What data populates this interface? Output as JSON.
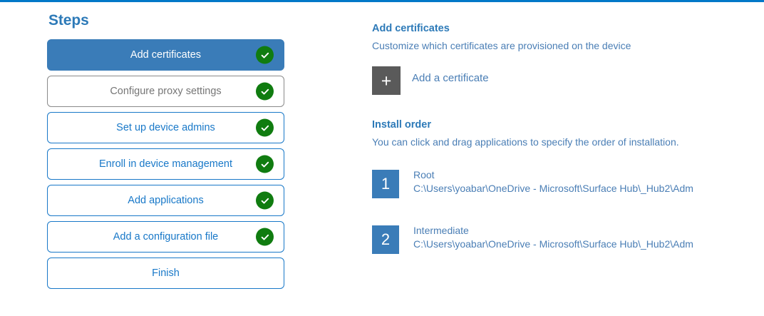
{
  "theme": {
    "accent_bar": "#0078c8",
    "heading_blue": "#2d7ab8",
    "link_blue": "#1878c8",
    "text_blue": "#4a7eb5",
    "selected_fill": "#3a7cb8",
    "check_green": "#107c10",
    "muted_gray": "#767676",
    "tile_gray": "#5a5a5a"
  },
  "steps_panel": {
    "title": "Steps",
    "items": [
      {
        "label": "Add certificates",
        "state": "selected",
        "completed": true
      },
      {
        "label": "Configure proxy settings",
        "state": "muted",
        "completed": true
      },
      {
        "label": "Set up device admins",
        "state": "default",
        "completed": true
      },
      {
        "label": "Enroll in device management",
        "state": "default",
        "completed": true
      },
      {
        "label": "Add applications",
        "state": "default",
        "completed": true
      },
      {
        "label": "Add a configuration file",
        "state": "default",
        "completed": true
      },
      {
        "label": "Finish",
        "state": "default",
        "completed": false
      }
    ]
  },
  "detail": {
    "heading": "Add certificates",
    "description": "Customize which certificates are provisioned on the device",
    "add_certificate": {
      "icon": "plus-icon",
      "glyph": "+",
      "label": "Add a certificate"
    },
    "install_order": {
      "heading": "Install order",
      "description": "You can click and drag applications to specify the order of installation.",
      "items": [
        {
          "number": "1",
          "name": "Root",
          "path": "C:\\Users\\yoabar\\OneDrive - Microsoft\\Surface Hub\\_Hub2\\Adm"
        },
        {
          "number": "2",
          "name": "Intermediate",
          "path": "C:\\Users\\yoabar\\OneDrive - Microsoft\\Surface Hub\\_Hub2\\Adm"
        }
      ]
    }
  }
}
